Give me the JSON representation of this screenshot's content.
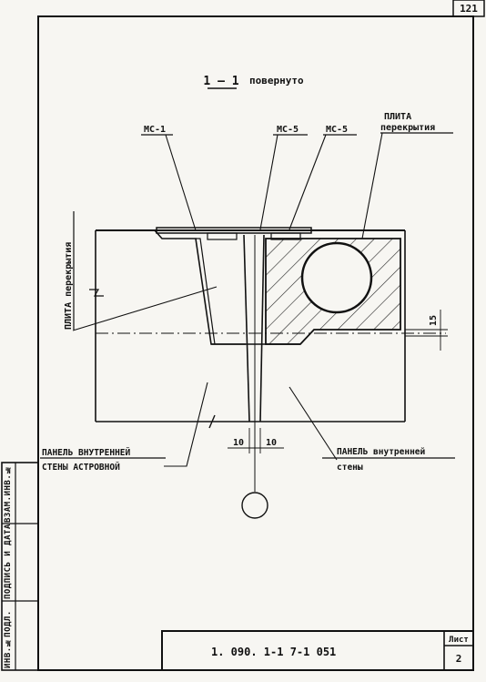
{
  "sheet": {
    "page_number": "121",
    "section_title": "1 – 1",
    "section_note": "повернуто",
    "code": "1. 090. 1-1   7-1   051",
    "list_label": "Лист",
    "list_number": "2"
  },
  "side_stamp": {
    "inv_label": "ИНВ.№ПОДЛ.",
    "sign_label": "ПОДПИСЬ И ДАТА",
    "swap_label": "ВЗАМ.ИНВ.№"
  },
  "labels": {
    "ms1": "МС-1",
    "ms5a": "МС-5",
    "ms5b": "МС-5",
    "slab_right_line1": "ПЛИТА",
    "slab_right_line2": "перекрытия",
    "slab_left": "ПЛИТА  перекрытия",
    "panel_left_line1": "ПАНЕЛЬ  ВНУТРЕННЕЙ",
    "panel_left_line2": "СТЕНЫ  АСТРОВНОЙ",
    "panel_right_line1": "ПАНЕЛЬ  внутренней",
    "panel_right_line2": "стены"
  },
  "dimensions": {
    "dim_15": "15",
    "dim_10_left": "10",
    "dim_10_right": "10"
  }
}
